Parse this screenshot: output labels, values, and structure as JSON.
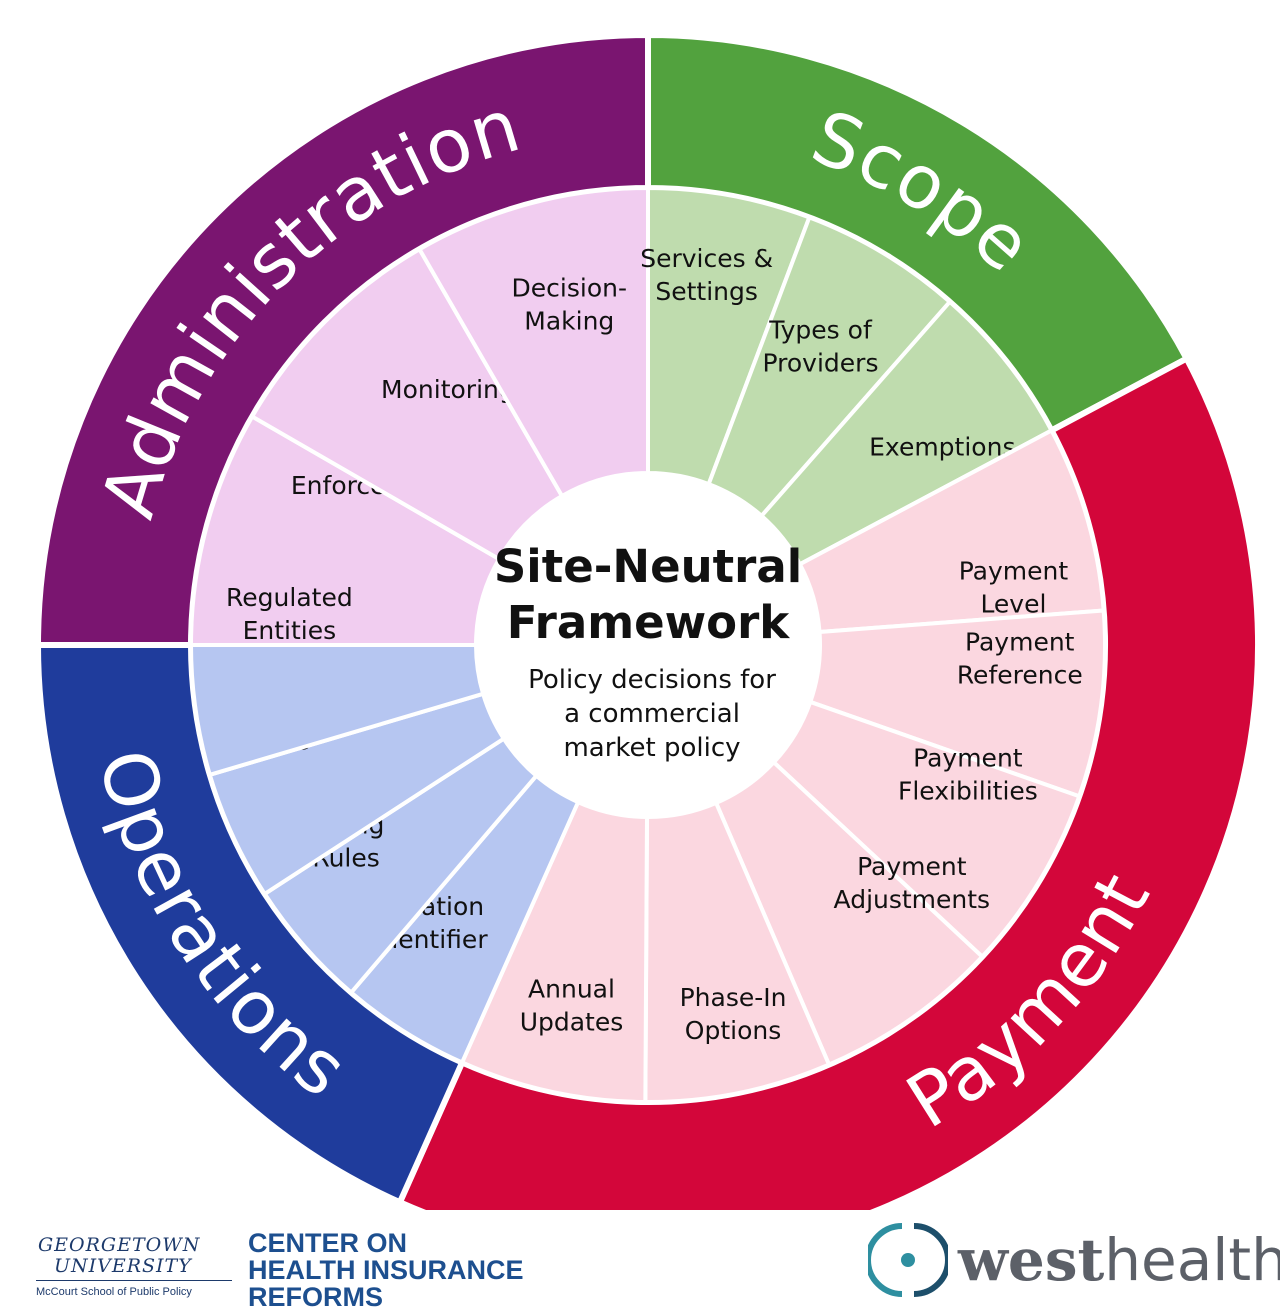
{
  "diagram": {
    "center": {
      "title_line1": "Site-Neutral",
      "title_line2": "Framework",
      "subtitle_lines": [
        "Policy decisions for",
        "a commercial",
        "market policy"
      ]
    },
    "sections": [
      {
        "key": "administration",
        "label": "Administration",
        "outer_color": "#7a1570",
        "inner_color": "#f1cdf0",
        "segments": [
          {
            "lines": [
              "Enforcement"
            ]
          },
          {
            "lines": [
              "Monitoring"
            ]
          },
          {
            "lines": [
              "Decision-",
              "Making"
            ]
          }
        ]
      },
      {
        "key": "scope",
        "label": "Scope",
        "outer_color": "#52a23e",
        "inner_color": "#bfdcae",
        "segments": [
          {
            "lines": [
              "Services &",
              "Settings"
            ]
          },
          {
            "lines": [
              "Types of",
              "Providers"
            ]
          },
          {
            "lines": [
              "Exemptions"
            ]
          }
        ]
      },
      {
        "key": "payment",
        "label": "Payment",
        "outer_color": "#d3063a",
        "inner_color": "#fbd7e0",
        "segments": [
          {
            "lines": [
              "Payment",
              "Level"
            ]
          },
          {
            "lines": [
              "Payment",
              "Reference"
            ]
          },
          {
            "lines": [
              "Payment",
              "Flexibilities"
            ]
          },
          {
            "lines": [
              "Payment",
              "Adjustments"
            ]
          },
          {
            "lines": [
              "Phase-In",
              "Options"
            ]
          },
          {
            "lines": [
              "Annual",
              "Updates"
            ]
          }
        ]
      },
      {
        "key": "operations",
        "label": "Operations",
        "outer_color": "#1f3c9c",
        "inner_color": "#b6c6f1",
        "segments": [
          {
            "lines": [
              "Location",
              "Identifier"
            ]
          },
          {
            "lines": [
              "Billing",
              "Rules"
            ]
          },
          {
            "lines": [
              "Network",
              "Rules"
            ]
          },
          {
            "lines": [
              "Regulated",
              "Entities"
            ]
          }
        ]
      }
    ]
  },
  "footer": {
    "georgetown": {
      "line1": "GEORGETOWN",
      "line2": "UNIVERSITY",
      "school": "McCourt School of Public Policy"
    },
    "center_name": [
      "CENTER ON",
      "HEALTH INSURANCE",
      "REFORMS"
    ],
    "west_health": {
      "bold": "west",
      "light": "health"
    }
  }
}
